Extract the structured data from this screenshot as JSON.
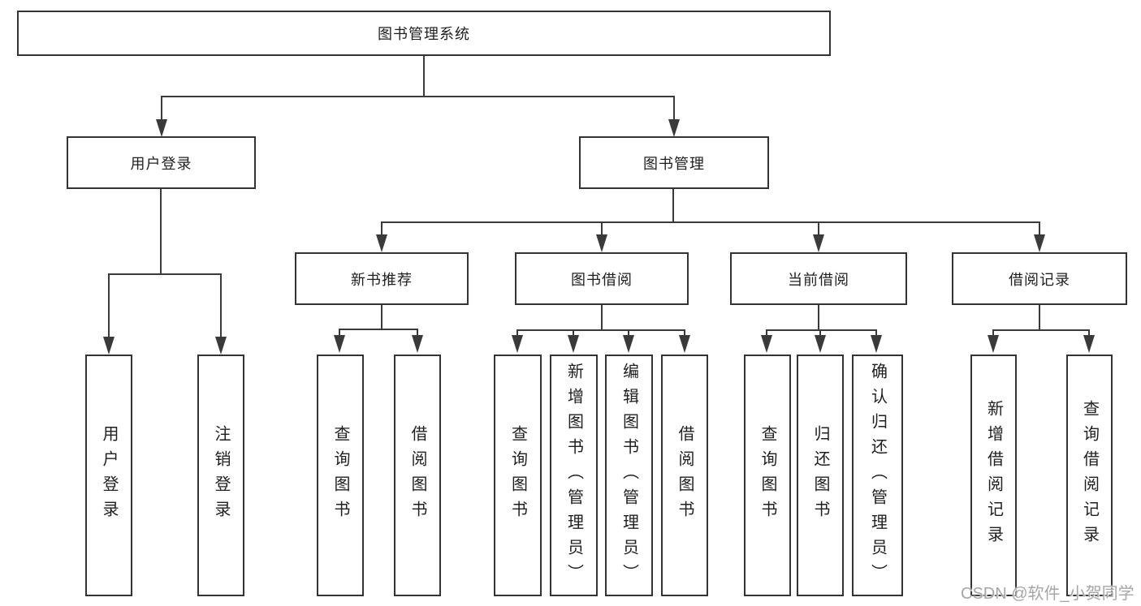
{
  "tree": {
    "label": "图书管理系统",
    "children": [
      {
        "label": "用户登录",
        "children": [
          {
            "label": "用户登录"
          },
          {
            "label": "注销登录"
          }
        ]
      },
      {
        "label": "图书管理",
        "children": [
          {
            "label": "新书推荐",
            "children": [
              {
                "label": "查询图书"
              },
              {
                "label": "借阅图书"
              }
            ]
          },
          {
            "label": "图书借阅",
            "children": [
              {
                "label": "查询图书"
              },
              {
                "label": "新增图书（管理员）"
              },
              {
                "label": "编辑图书（管理员）"
              },
              {
                "label": "借阅图书"
              }
            ]
          },
          {
            "label": "当前借阅",
            "children": [
              {
                "label": "查询图书"
              },
              {
                "label": "归还图书"
              },
              {
                "label": "确认归还（管理员）"
              }
            ]
          },
          {
            "label": "借阅记录",
            "children": [
              {
                "label": "新增借阅记录"
              },
              {
                "label": "查询借阅记录"
              }
            ]
          }
        ]
      }
    ]
  },
  "watermark": {
    "text": "CSDN @软件_小贺同学"
  },
  "colors": {
    "line_color": "#3a3a3a",
    "box_border": "#333333",
    "text_color": "#1f1f1f",
    "watermark_color": "#a6a6a6",
    "background": "#ffffff"
  }
}
